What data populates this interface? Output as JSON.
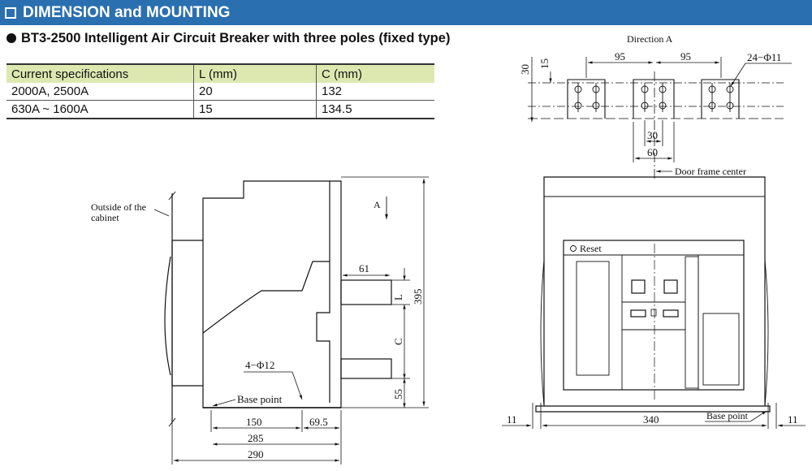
{
  "header": {
    "title": "DIMENSION and MOUNTING"
  },
  "subtitle": "BT3-2500 Intelligent Air Circuit Breaker with three poles (fixed type)",
  "spec_table": {
    "headers": [
      "Current specifications",
      "L (mm)",
      "C (mm)"
    ],
    "rows": [
      [
        "2000A, 2500A",
        "20",
        "132"
      ],
      [
        "630A ~ 1600A",
        "15",
        "134.5"
      ]
    ]
  },
  "side_view": {
    "outside_label_1": "Outside of the",
    "outside_label_2": "cabinet",
    "arrow_label": "A",
    "dim_61": "61",
    "dim_L": "L",
    "dim_C": "C",
    "dim_395": "395",
    "dim_55": "55",
    "holes_label": "4−Φ12",
    "base_point": "Base point",
    "dim_150": "150",
    "dim_69_5": "69.5",
    "dim_285": "285",
    "dim_290": "290"
  },
  "direction_a": {
    "title": "Direction A",
    "dim_30": "30",
    "dim_15": "15",
    "dim_95a": "95",
    "dim_95b": "95",
    "holes_label": "24−Φ11",
    "dim_30b": "30",
    "dim_60": "60"
  },
  "front_view": {
    "door_frame": "Door frame center",
    "reset_label": "Reset",
    "base_point": "Base point",
    "dim_11_left": "11",
    "dim_340": "340",
    "dim_11_right": "11"
  }
}
